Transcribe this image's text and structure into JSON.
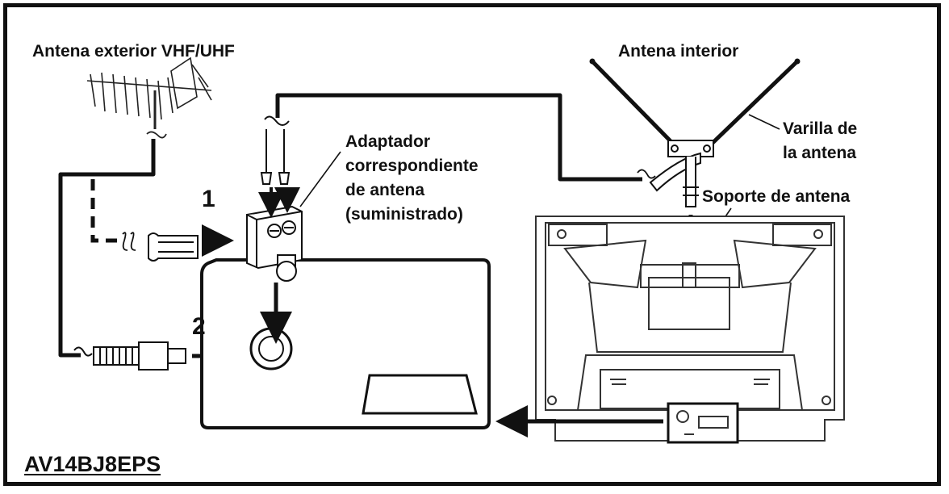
{
  "labels": {
    "outdoor_antenna": "Antena exterior VHF/UHF",
    "indoor_antenna": "Antena interior",
    "antenna_rod_line1": "Varilla de",
    "antenna_rod_line2": "la antena",
    "adapter_line1": "Adaptador",
    "adapter_line2": "correspondiente",
    "adapter_line3": "de antena",
    "adapter_line4": "(suministrado)",
    "antenna_stand": "Soporte de antena",
    "step1": "1",
    "step2": "2",
    "model_code": "AV14BJ8EPS"
  },
  "colors": {
    "ink": "#111111",
    "panel_fill": "#f4f4f4",
    "background": "#ffffff"
  }
}
